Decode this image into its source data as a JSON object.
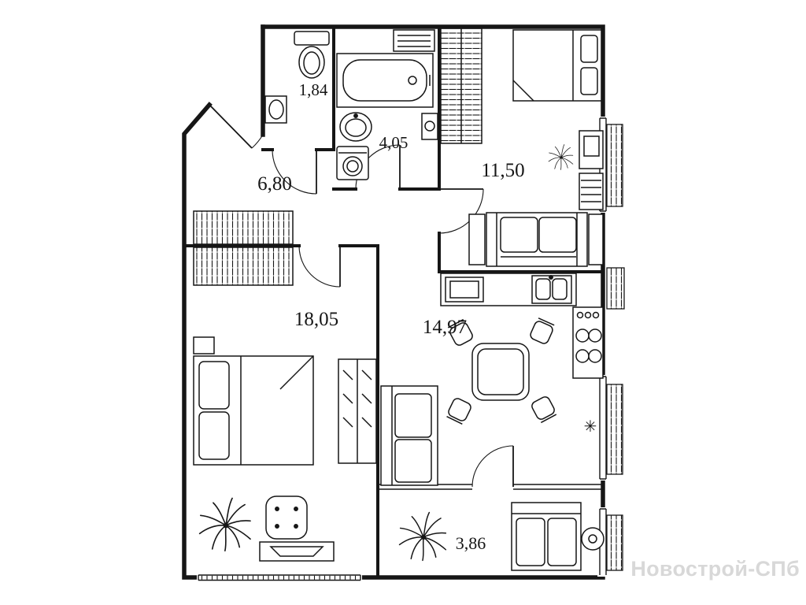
{
  "watermark": {
    "text": "Новострой-СПб",
    "color": "#d8d8d8"
  },
  "plan": {
    "line_color": "#161616",
    "background": "#ffffff",
    "room_areas": {
      "wc": "1,84",
      "bathroom": "4,05",
      "hallway": "6,80",
      "bedroom": "11,50",
      "bedroom_2": "18,05",
      "kitchen_living": "14,97",
      "balcony": "3,86"
    },
    "symbols": {
      "fridge": "✳"
    }
  }
}
